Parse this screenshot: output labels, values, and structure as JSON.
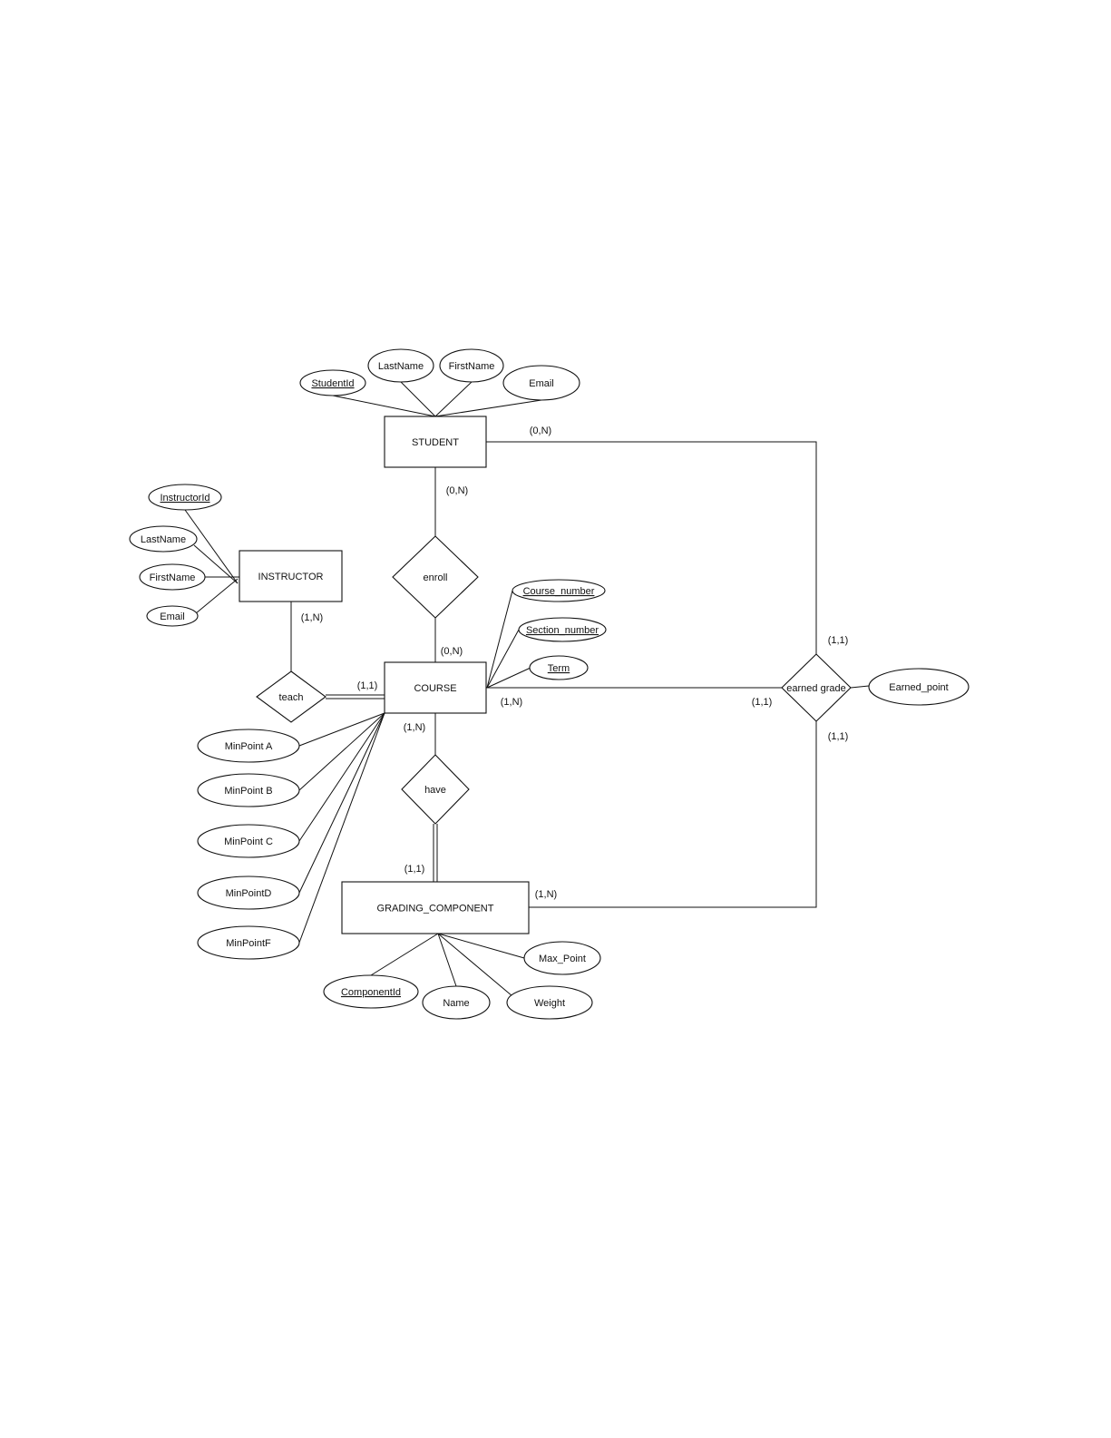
{
  "entities": [
    {
      "id": "student",
      "label": "STUDENT"
    },
    {
      "id": "instructor",
      "label": "INSTRUCTOR"
    },
    {
      "id": "course",
      "label": "COURSE"
    },
    {
      "id": "grading_component",
      "label": "GRADING_COMPONENT"
    }
  ],
  "relationships": [
    {
      "id": "enroll",
      "label": "enroll"
    },
    {
      "id": "teach",
      "label": "teach"
    },
    {
      "id": "have",
      "label": "have"
    },
    {
      "id": "earned_grade",
      "label": "earned grade"
    }
  ],
  "attributes": [
    {
      "id": "student_id",
      "label": "StudentId",
      "key": true
    },
    {
      "id": "student_lastname",
      "label": "LastName",
      "key": false
    },
    {
      "id": "student_firstname",
      "label": "FirstName",
      "key": false
    },
    {
      "id": "student_email",
      "label": "Email",
      "key": false
    },
    {
      "id": "instructor_id",
      "label": "InstructorId",
      "key": true
    },
    {
      "id": "instructor_lastname",
      "label": "LastName",
      "key": false
    },
    {
      "id": "instructor_firstname",
      "label": "FirstName",
      "key": false
    },
    {
      "id": "instructor_email",
      "label": "Email",
      "key": false
    },
    {
      "id": "course_number",
      "label": "Course_number",
      "key": true
    },
    {
      "id": "section_number",
      "label": "Section_number",
      "key": true
    },
    {
      "id": "term",
      "label": "Term",
      "key": true
    },
    {
      "id": "minpoint_a",
      "label": "MinPoint A",
      "key": false
    },
    {
      "id": "minpoint_b",
      "label": "MinPoint B",
      "key": false
    },
    {
      "id": "minpoint_c",
      "label": "MinPoint C",
      "key": false
    },
    {
      "id": "minpoint_d",
      "label": "MinPointD",
      "key": false
    },
    {
      "id": "minpoint_f",
      "label": "MinPointF",
      "key": false
    },
    {
      "id": "component_id",
      "label": "ComponentId",
      "key": true
    },
    {
      "id": "component_name",
      "label": "Name",
      "key": false
    },
    {
      "id": "component_weight",
      "label": "Weight",
      "key": false
    },
    {
      "id": "component_max_point",
      "label": "Max_Point",
      "key": false
    },
    {
      "id": "earned_point",
      "label": "Earned_point",
      "key": false
    }
  ],
  "cardinalities": [
    {
      "id": "student_earned",
      "label": "(0,N)"
    },
    {
      "id": "student_enroll",
      "label": "(0,N)"
    },
    {
      "id": "course_enroll",
      "label": "(0,N)"
    },
    {
      "id": "instructor_teach",
      "label": "(1,N)"
    },
    {
      "id": "course_teach",
      "label": "(1,1)"
    },
    {
      "id": "course_earned",
      "label": "(1,N)"
    },
    {
      "id": "earned_course",
      "label": "(1,1)"
    },
    {
      "id": "earned_student",
      "label": "(1,1)"
    },
    {
      "id": "earned_component",
      "label": "(1,1)"
    },
    {
      "id": "course_have",
      "label": "(1,N)"
    },
    {
      "id": "component_have",
      "label": "(1,1)"
    },
    {
      "id": "component_earned",
      "label": "(1,N)"
    }
  ]
}
